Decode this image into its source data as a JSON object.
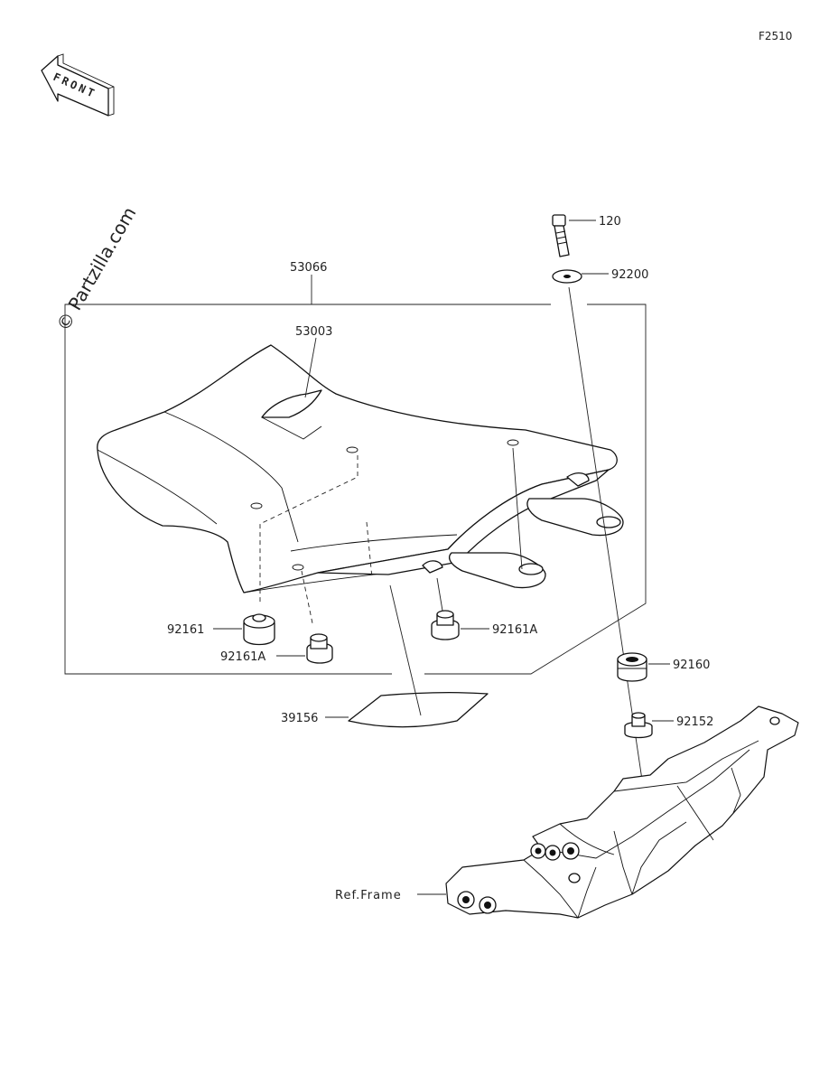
{
  "page": {
    "code": "F2510",
    "watermark": "© Partzilla.com"
  },
  "front_arrow": {
    "text": "FRONT"
  },
  "parts": [
    {
      "id": "53066"
    },
    {
      "id": "53003"
    },
    {
      "id": "120"
    },
    {
      "id": "92200"
    },
    {
      "id": "92161"
    },
    {
      "id": "92161A"
    },
    {
      "id": "92161A"
    },
    {
      "id": "92160"
    },
    {
      "id": "92152"
    },
    {
      "id": "39156"
    },
    {
      "id": "Ref.Frame"
    }
  ]
}
